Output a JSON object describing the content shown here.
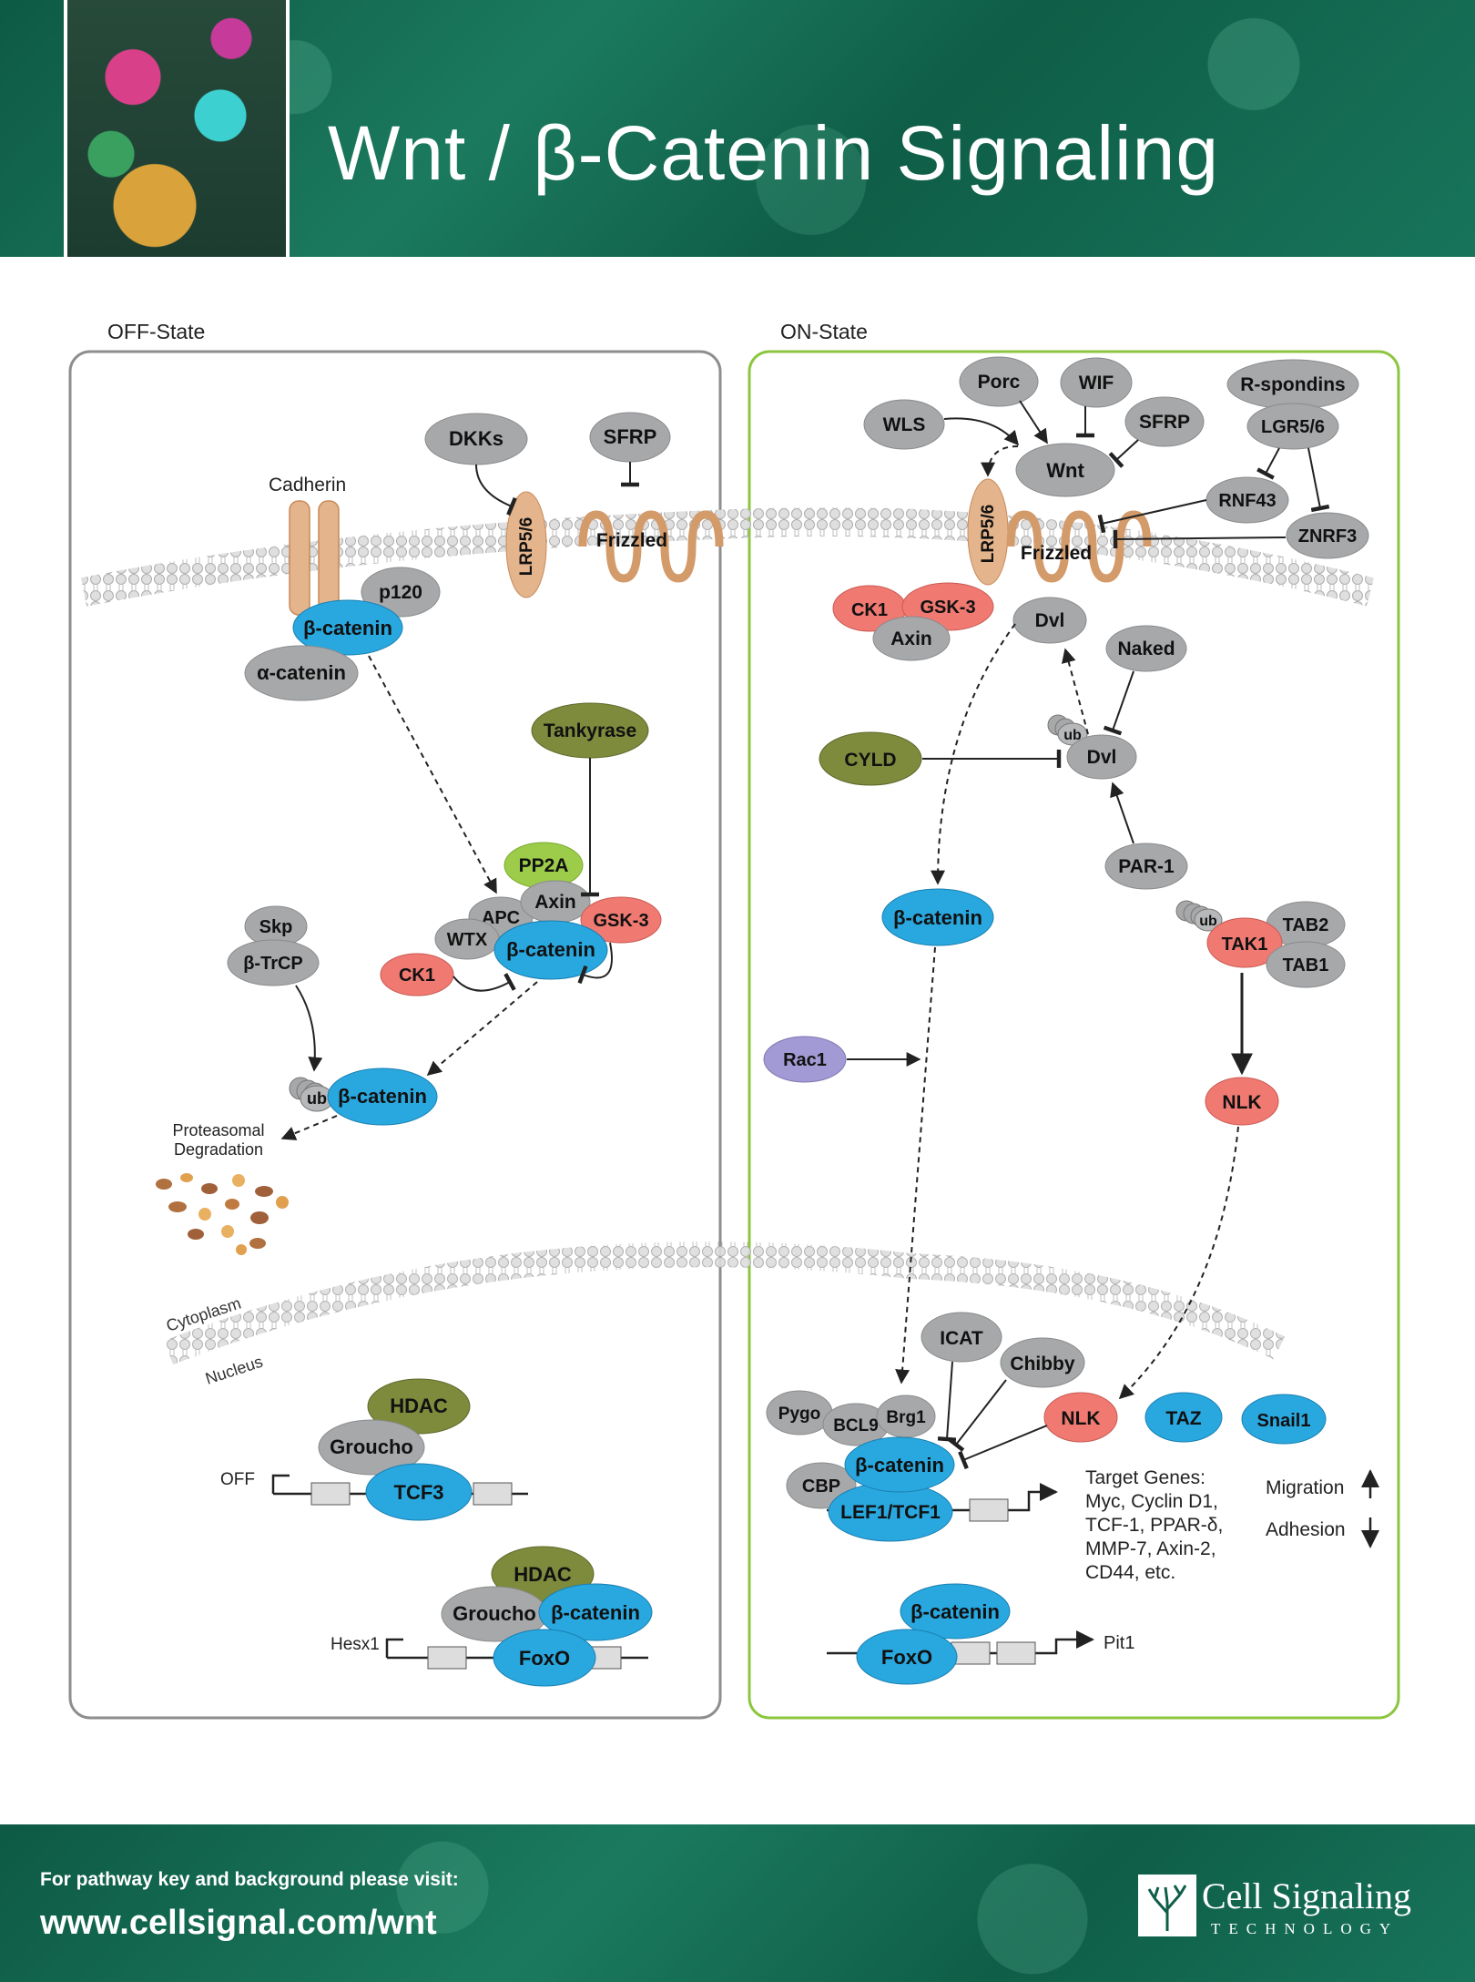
{
  "header": {
    "title": "Wnt / β-Catenin Signaling"
  },
  "panels": {
    "off_label": "OFF-State",
    "on_label": "ON-State"
  },
  "compartments": {
    "cytoplasm": "Cytoplasm",
    "nucleus": "Nucleus"
  },
  "colors": {
    "gray": "#a7a8aa",
    "blue": "#29a8e0",
    "red": "#f07a72",
    "olive": "#7e8a3c",
    "lime": "#9ccc4a",
    "purple": "#a29ad4",
    "tan": "#e4b48c",
    "green_border": "#8cc63f"
  },
  "nodes": {
    "dkks": "DKKs",
    "sfrp_off": "SFRP",
    "cadherin": "Cadherin",
    "lrp_off": "LRP5/6",
    "frizzled_off": "Frizzled",
    "p120": "p120",
    "bcat_membrane": "β-catenin",
    "acat": "α-catenin",
    "tankyrase": "Tankyrase",
    "pp2a": "PP2A",
    "apc": "APC",
    "axin_off": "Axin",
    "gsk3_off": "GSK-3",
    "wtx": "WTX",
    "bcat_complex": "β-catenin",
    "ck1_off": "CK1",
    "skp": "Skp",
    "btrcp": "β-TrCP",
    "ub_off": "ub",
    "bcat_ub": "β-catenin",
    "proteasomal": "Proteasomal",
    "degradation": "Degradation",
    "hdac1": "HDAC",
    "groucho1": "Groucho",
    "tcf3": "TCF3",
    "off_gene": "OFF",
    "hdac2": "HDAC",
    "groucho2": "Groucho",
    "bcat_foxo_off": "β-catenin",
    "foxo_off": "FoxO",
    "hesx1": "Hesx1",
    "porc": "Porc",
    "wif": "WIF",
    "rspondins": "R-spondins",
    "wls": "WLS",
    "sfrp_on": "SFRP",
    "lgr": "LGR5/6",
    "wnt": "Wnt",
    "rnf43": "RNF43",
    "znrf3": "ZNRF3",
    "lrp_on": "LRP5/6",
    "frizzled_on": "Frizzled",
    "ck1_on": "CK1",
    "gsk3_on": "GSK-3",
    "axin_on": "Axin",
    "dvl_mem": "Dvl",
    "naked": "Naked",
    "cyld": "CYLD",
    "ub_dvl": "ub",
    "dvl": "Dvl",
    "par1": "PAR-1",
    "bcat_free": "β-catenin",
    "ub_tak": "ub",
    "tak1": "TAK1",
    "tab2": "TAB2",
    "tab1": "TAB1",
    "rac1": "Rac1",
    "nlk_cyto": "NLK",
    "icat": "ICAT",
    "chibby": "Chibby",
    "pygo": "Pygo",
    "bcl9": "BCL9",
    "brg1": "Brg1",
    "nlk_nuc": "NLK",
    "taz": "TAZ",
    "snail1": "Snail1",
    "cbp": "CBP",
    "bcat_nuc": "β-catenin",
    "lef": "LEF1/TCF1",
    "bcat_foxo_on": "β-catenin",
    "foxo_on": "FoxO",
    "pit1": "Pit1"
  },
  "target_genes": {
    "lines": [
      "Target Genes:",
      "Myc, Cyclin D1,",
      "TCF-1, PPAR-δ,",
      "MMP-7, Axin-2,",
      "CD44, etc."
    ],
    "migration": "Migration",
    "migration_dir": "up",
    "adhesion": "Adhesion",
    "adhesion_dir": "down"
  },
  "footer": {
    "visit_text": "For pathway key and background please visit:",
    "url": "www.cellsignal.com/wnt",
    "company": "Cell Signaling",
    "company_sub": "TECHNOLOGY",
    "registered": "®"
  }
}
